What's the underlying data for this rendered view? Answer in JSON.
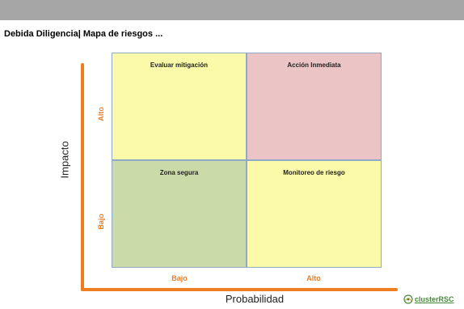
{
  "header": {
    "title": "Debida Diligencia| Mapa de riesgos ..."
  },
  "axes": {
    "y_title": "Impacto",
    "x_title": "Probabilidad",
    "y_ticks": {
      "high": "Alto",
      "low": "Bajo"
    },
    "x_ticks": {
      "low": "Bajo",
      "high": "Alto"
    },
    "color": "#ef7d22"
  },
  "quadrants": {
    "top_left": {
      "label": "Evaluar mitigación",
      "color": "#fafaa8"
    },
    "top_right": {
      "label": "Acción Inmediata",
      "color": "#ebc4c6"
    },
    "bottom_left": {
      "label": "Zona segura",
      "color": "#cbdba8"
    },
    "bottom_right": {
      "label": "Monitoreo de riesgo",
      "color": "#fafaa8"
    }
  },
  "logo": {
    "text": "clusterRSC",
    "icon": "cluster-logo-icon"
  }
}
